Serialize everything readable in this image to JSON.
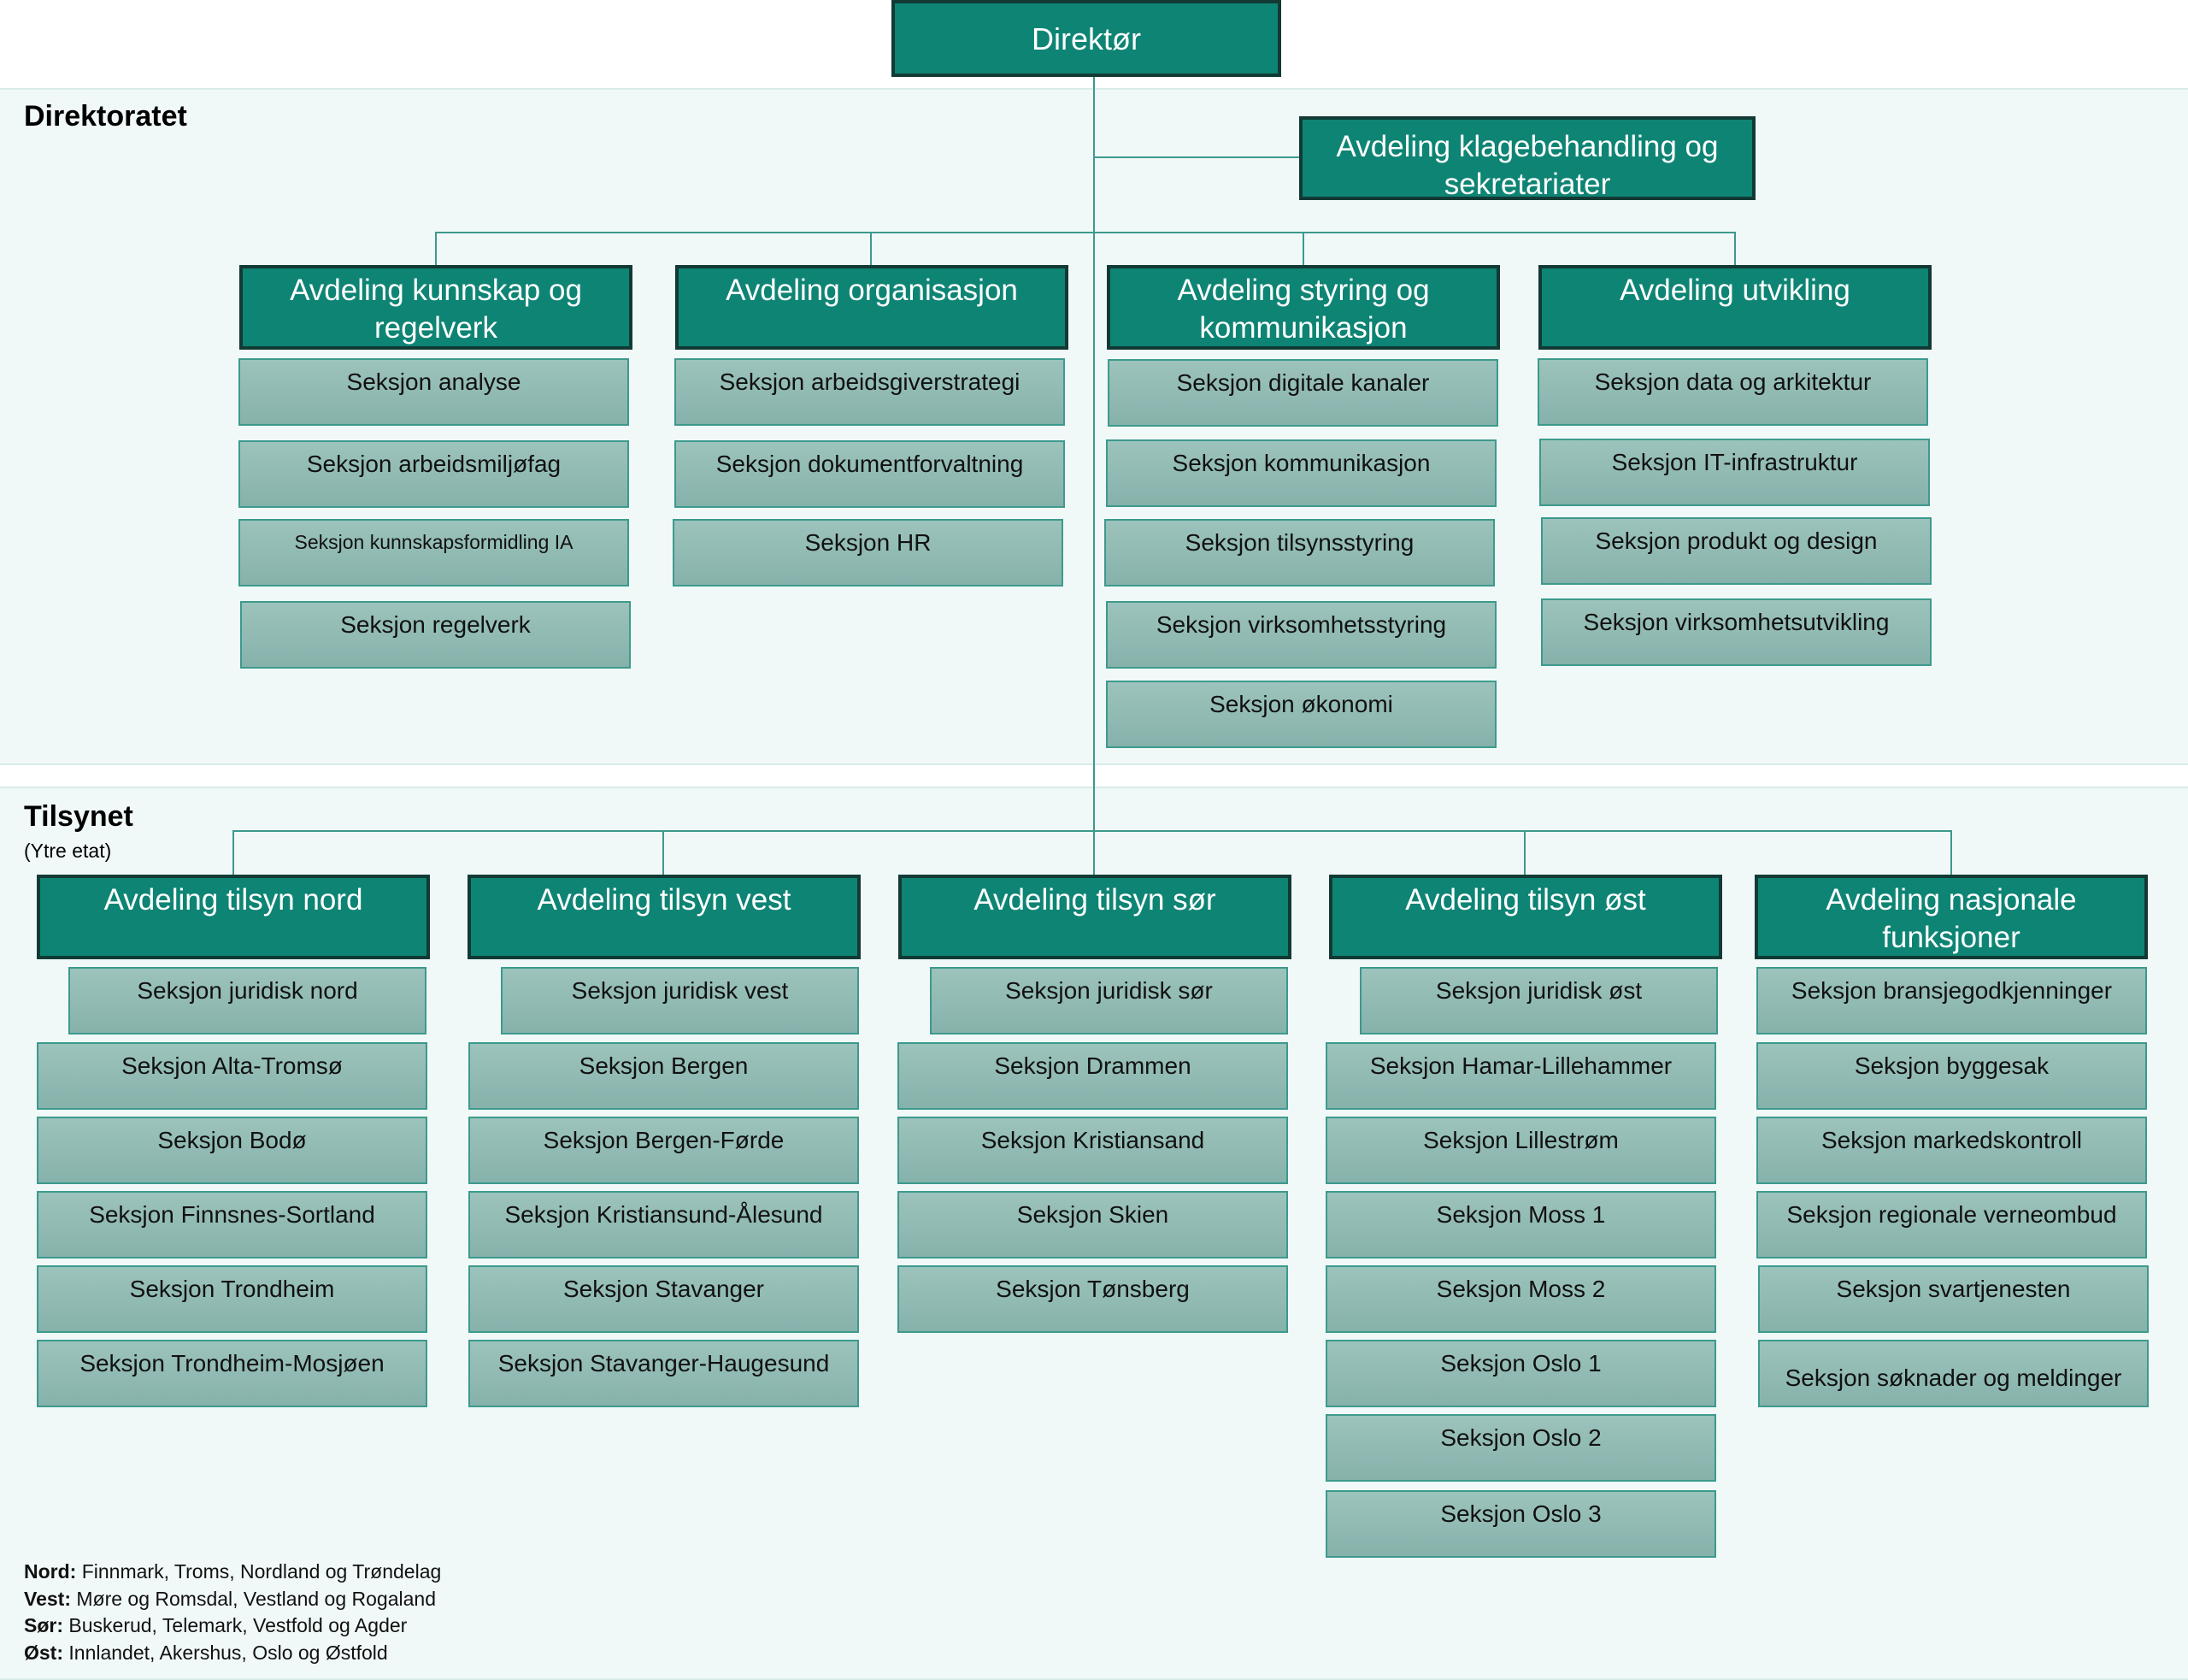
{
  "director": "Direktør",
  "directorate": {
    "title": "Direktoratet",
    "klage": "Avdeling klagebehandling og sekretariater",
    "departments": [
      {
        "name": "Avdeling kunnskap og regelverk",
        "sections": [
          "Seksjon analyse",
          "Seksjon arbeidsmiljøfag",
          "Seksjon kunnskapsformidling IA",
          "Seksjon regelverk"
        ]
      },
      {
        "name": "Avdeling organisasjon",
        "sections": [
          "Seksjon arbeidsgiverstrategi",
          "Seksjon dokumentforvaltning",
          "Seksjon HR"
        ]
      },
      {
        "name": "Avdeling styring og kommunikasjon",
        "sections": [
          "Seksjon digitale kanaler",
          "Seksjon kommunikasjon",
          "Seksjon tilsynsstyring",
          "Seksjon virksomhetsstyring",
          "Seksjon økonomi"
        ]
      },
      {
        "name": "Avdeling utvikling",
        "sections": [
          "Seksjon data og arkitektur",
          "Seksjon IT-infrastruktur",
          "Seksjon produkt og design",
          "Seksjon virksomhetsutvikling"
        ]
      }
    ]
  },
  "tilsynet": {
    "title": "Tilsynet",
    "subtitle": "(Ytre etat)",
    "departments": [
      {
        "name": "Avdeling tilsyn nord",
        "sections": [
          "Seksjon juridisk nord",
          "Seksjon Alta-Tromsø",
          "Seksjon Bodø",
          "Seksjon  Finnsnes-Sortland",
          "Seksjon  Trondheim",
          "Seksjon Trondheim-Mosjøen"
        ]
      },
      {
        "name": "Avdeling tilsyn vest",
        "sections": [
          "Seksjon juridisk vest",
          "Seksjon Bergen",
          "Seksjon Bergen-Førde",
          "Seksjon Kristiansund-Ålesund",
          "Seksjon Stavanger",
          "Seksjon Stavanger-Haugesund"
        ]
      },
      {
        "name": "Avdeling tilsyn sør",
        "sections": [
          "Seksjon juridisk sør",
          "Seksjon Drammen",
          "Seksjon Kristiansand",
          "Seksjon Skien",
          "Seksjon Tønsberg"
        ]
      },
      {
        "name": "Avdeling tilsyn øst",
        "sections": [
          "Seksjon juridisk øst",
          "Seksjon Hamar-Lillehammer",
          "Seksjon Lillestrøm",
          "Seksjon Moss 1",
          "Seksjon Moss 2",
          "Seksjon Oslo 1",
          "Seksjon Oslo 2",
          "Seksjon Oslo 3"
        ]
      },
      {
        "name": "Avdeling nasjonale funksjoner",
        "sections": [
          "Seksjon bransjegodkjenninger",
          "Seksjon byggesak",
          "Seksjon markedskontroll",
          "Seksjon regionale verneombud",
          "Seksjon svartjenesten",
          "Seksjon søknader og meldinger"
        ]
      }
    ]
  },
  "legend": [
    {
      "label": "Nord:",
      "text": " Finnmark, Troms, Nordland og Trøndelag"
    },
    {
      "label": "Vest:",
      "text": " Møre og Romsdal, Vestland og Rogaland"
    },
    {
      "label": "Sør:",
      "text": " Buskerud, Telemark, Vestfold og Agder"
    },
    {
      "label": "Øst:",
      "text": " Innlandet, Akershus, Oslo og Østfold"
    }
  ]
}
